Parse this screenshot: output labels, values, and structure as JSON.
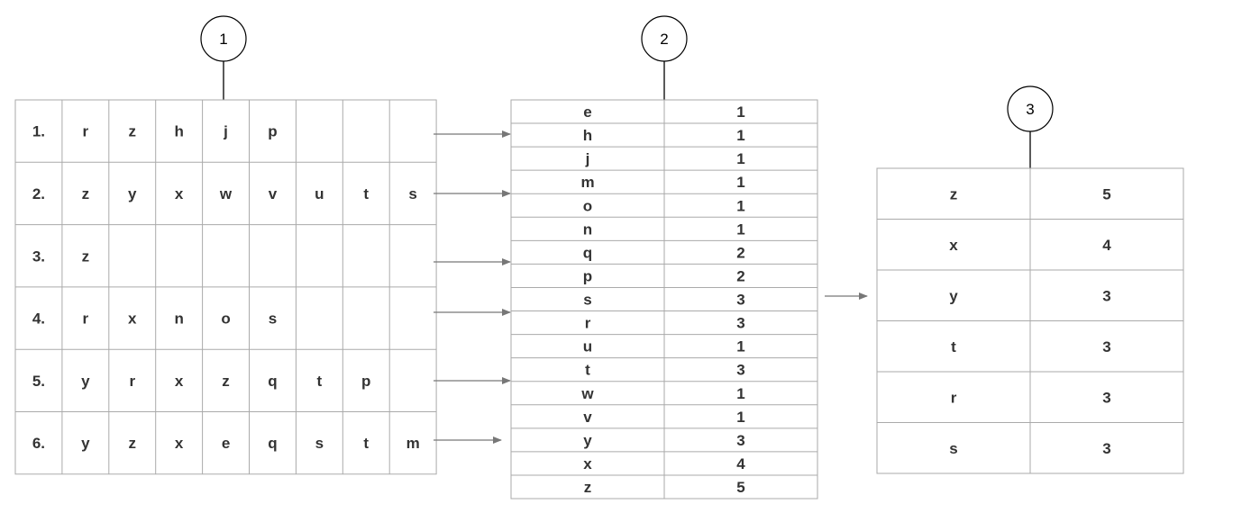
{
  "markers": [
    "1",
    "2",
    "3"
  ],
  "table1": {
    "rows": [
      {
        "label": "1.",
        "items": [
          "r",
          "z",
          "h",
          "j",
          "p"
        ]
      },
      {
        "label": "2.",
        "items": [
          "z",
          "y",
          "x",
          "w",
          "v",
          "u",
          "t",
          "s"
        ]
      },
      {
        "label": "3.",
        "items": [
          "z"
        ]
      },
      {
        "label": "4.",
        "items": [
          "r",
          "x",
          "n",
          "o",
          "s"
        ]
      },
      {
        "label": "5.",
        "items": [
          "y",
          "r",
          "x",
          "z",
          "q",
          "t",
          "p"
        ]
      },
      {
        "label": "6.",
        "items": [
          "y",
          "z",
          "x",
          "e",
          "q",
          "s",
          "t",
          "m"
        ]
      }
    ]
  },
  "table2": {
    "rows": [
      [
        "e",
        "1"
      ],
      [
        "h",
        "1"
      ],
      [
        "j",
        "1"
      ],
      [
        "m",
        "1"
      ],
      [
        "o",
        "1"
      ],
      [
        "n",
        "1"
      ],
      [
        "q",
        "2"
      ],
      [
        "p",
        "2"
      ],
      [
        "s",
        "3"
      ],
      [
        "r",
        "3"
      ],
      [
        "u",
        "1"
      ],
      [
        "t",
        "3"
      ],
      [
        "w",
        "1"
      ],
      [
        "v",
        "1"
      ],
      [
        "y",
        "3"
      ],
      [
        "x",
        "4"
      ],
      [
        "z",
        "5"
      ]
    ]
  },
  "table3": {
    "rows": [
      [
        "z",
        "5"
      ],
      [
        "x",
        "4"
      ],
      [
        "y",
        "3"
      ],
      [
        "t",
        "3"
      ],
      [
        "r",
        "3"
      ],
      [
        "s",
        "3"
      ]
    ]
  },
  "colors": {
    "line": "#aaaaaa",
    "text": "#333333",
    "arrow": "#777777",
    "marker_line": "#000000"
  }
}
